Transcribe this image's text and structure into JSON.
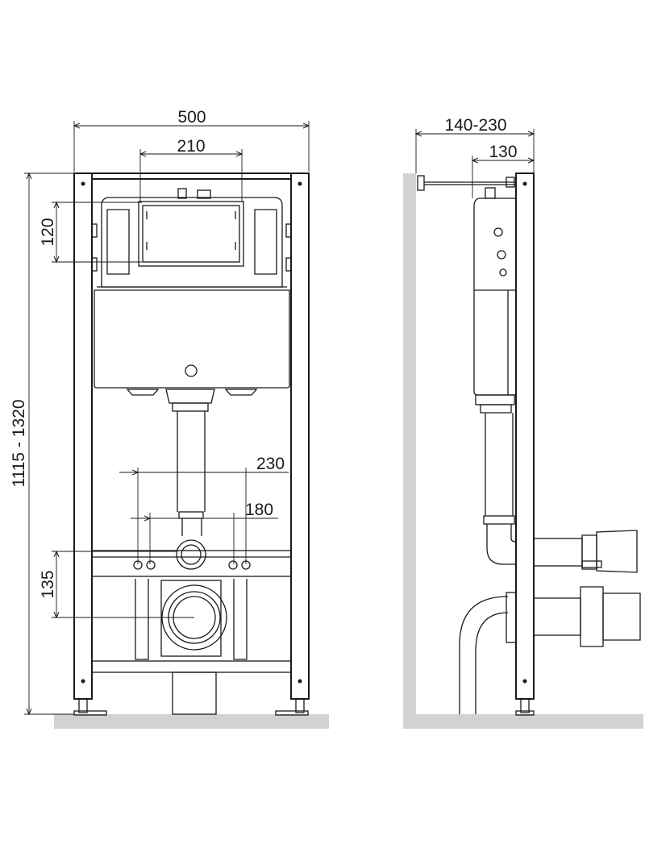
{
  "dimensions": {
    "frame_width": "500",
    "panel_width": "210",
    "height_range": "1115 - 1320",
    "panel_height": "120",
    "bolt_spacing_outer": "230",
    "bolt_spacing_inner": "180",
    "outlet_height": "135",
    "depth_range": "140-230",
    "depth_fixed": "130"
  },
  "colors": {
    "line": "#1a1a1a",
    "floor": "#d2d2d2",
    "background": "#ffffff"
  }
}
